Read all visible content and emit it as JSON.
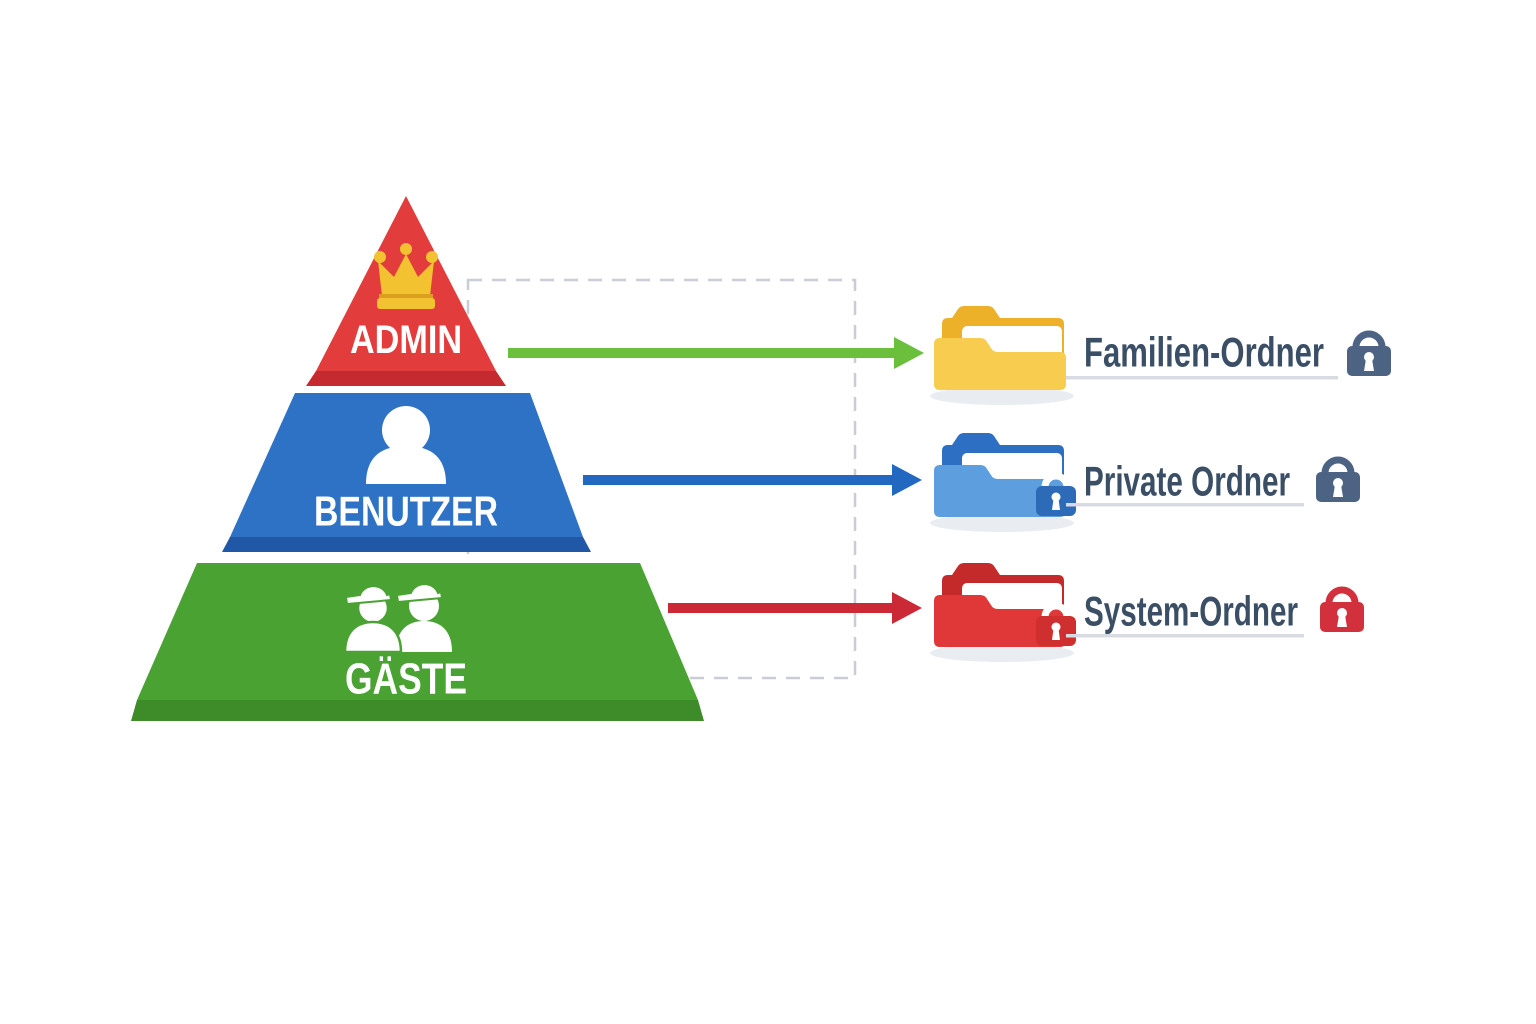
{
  "background_color": "#ffffff",
  "pyramid": {
    "levels": [
      {
        "id": "admin",
        "label": "ADMIN",
        "icon": "crown-icon",
        "color": "#e23c3c",
        "edge_color": "#c52a30"
      },
      {
        "id": "benutzer",
        "label": "BENUTZER",
        "icon": "user-icon",
        "color": "#2e72c6",
        "edge_color": "#2057a6"
      },
      {
        "id": "gaeste",
        "label": "GÄSTE",
        "icon": "users-icon",
        "color": "#4aa233",
        "edge_color": "#3e8c29"
      }
    ]
  },
  "folders": [
    {
      "label": "Familien-Ordner",
      "icon": "folder-icon",
      "folder_front_color": "#f8cc4e",
      "folder_back_color": "#edb129",
      "has_lock_badge": false,
      "lock_icon": "padlock-icon",
      "lock_color": "#4d6384"
    },
    {
      "label": "Private Ordner",
      "icon": "folder-lock-icon",
      "folder_front_color": "#5c9ede",
      "folder_back_color": "#2d6fc2",
      "has_lock_badge": true,
      "badge_color": "#2d6ab8",
      "lock_icon": "padlock-icon",
      "lock_color": "#4d6384"
    },
    {
      "label": "System-Ordner",
      "icon": "folder-lock-icon",
      "folder_front_color": "#e03838",
      "folder_back_color": "#c52a2a",
      "has_lock_badge": true,
      "badge_color": "#cf2f2f",
      "lock_icon": "padlock-icon",
      "lock_color": "#d2303c"
    }
  ],
  "arrows": [
    {
      "from": "ADMIN",
      "to": "Familien-Ordner",
      "color": "#6abf3c"
    },
    {
      "from": "BENUTZER",
      "to": "Private Ordner",
      "color": "#2268c0"
    },
    {
      "from": "GÄSTE",
      "to": "System-Ordner",
      "color": "#cc2936"
    }
  ],
  "decorations": {
    "dashed_box_color": "#c9ced6",
    "underline_color": "#d8dce2",
    "label_text_color": "#3a4f66"
  }
}
